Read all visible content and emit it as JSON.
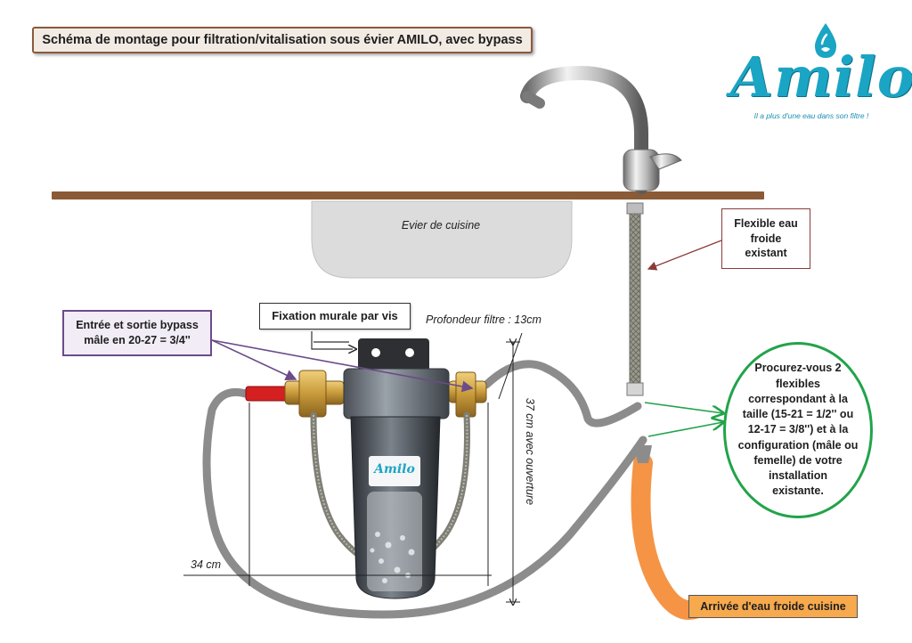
{
  "title": "Schéma de montage pour filtration/vitalisation sous évier AMILO, avec bypass",
  "logo": {
    "brand": "Amilo",
    "tagline": "Il a plus d'une eau dans son filtre !",
    "icon": "water-drop-icon",
    "color": "#1ba5c4"
  },
  "filter_label": "Amilo",
  "labels": {
    "sink": "Evier de cuisine",
    "depth": "Profondeur filtre : 13cm",
    "width": "34 cm",
    "height": "37 cm avec ouverture"
  },
  "callouts": {
    "flexible": [
      "Flexible eau",
      "froide",
      "existant"
    ],
    "bypass": [
      "Entrée et sortie bypass",
      "mâle en 20-27 = 3/4''"
    ],
    "fixation": "Fixation murale par vis",
    "advice": [
      "Procurez-vous 2",
      "flexibles",
      "correspondant à la",
      "taille (15-21 = 1/2'' ou",
      "12-17 = 3/8'') et à la",
      "configuration (mâle ou",
      "femelle) de votre",
      "installation",
      "existante."
    ],
    "arrivee": "Arrivée d'eau froide cuisine"
  },
  "colors": {
    "countertop": "#8b5a36",
    "sink": "#dcdcdc",
    "hose_grey": "#8c8c8c",
    "inlet_orange": "#f59445",
    "advice_border": "#22a34a",
    "bypass_border": "#6b4b8a",
    "flexible_border": "#8b3a3a",
    "valve_red": "#d42020",
    "brass": "#c89a3a"
  }
}
